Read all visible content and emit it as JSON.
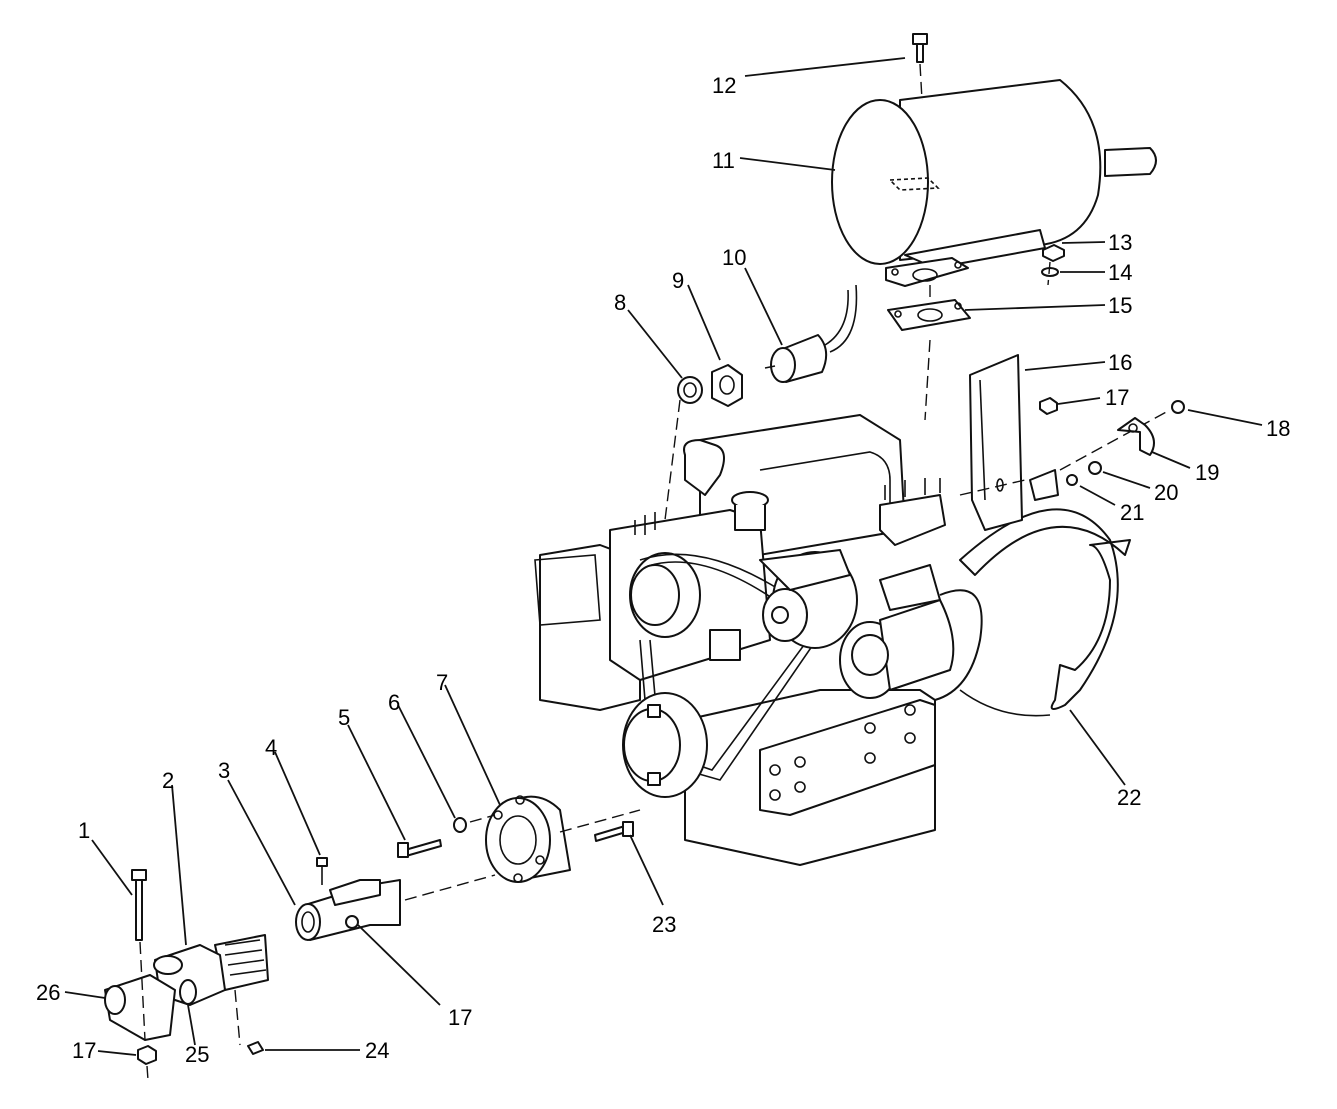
{
  "callouts": [
    {
      "id": "c1",
      "text": "1"
    },
    {
      "id": "c2",
      "text": "2"
    },
    {
      "id": "c3",
      "text": "3"
    },
    {
      "id": "c4",
      "text": "4"
    },
    {
      "id": "c5",
      "text": "5"
    },
    {
      "id": "c6",
      "text": "6"
    },
    {
      "id": "c7",
      "text": "7"
    },
    {
      "id": "c8",
      "text": "8"
    },
    {
      "id": "c9",
      "text": "9"
    },
    {
      "id": "c10",
      "text": "10"
    },
    {
      "id": "c11",
      "text": "11"
    },
    {
      "id": "c12",
      "text": "12"
    },
    {
      "id": "c13",
      "text": "13"
    },
    {
      "id": "c14",
      "text": "14"
    },
    {
      "id": "c15",
      "text": "15"
    },
    {
      "id": "c16",
      "text": "16"
    },
    {
      "id": "c17a",
      "text": "17"
    },
    {
      "id": "c18",
      "text": "18"
    },
    {
      "id": "c19",
      "text": "19"
    },
    {
      "id": "c20",
      "text": "20"
    },
    {
      "id": "c21",
      "text": "21"
    },
    {
      "id": "c22",
      "text": "22"
    },
    {
      "id": "c23",
      "text": "23"
    },
    {
      "id": "c17b",
      "text": "17"
    },
    {
      "id": "c24",
      "text": "24"
    },
    {
      "id": "c25",
      "text": "25"
    },
    {
      "id": "c26",
      "text": "26"
    },
    {
      "id": "c17c",
      "text": "17"
    }
  ]
}
